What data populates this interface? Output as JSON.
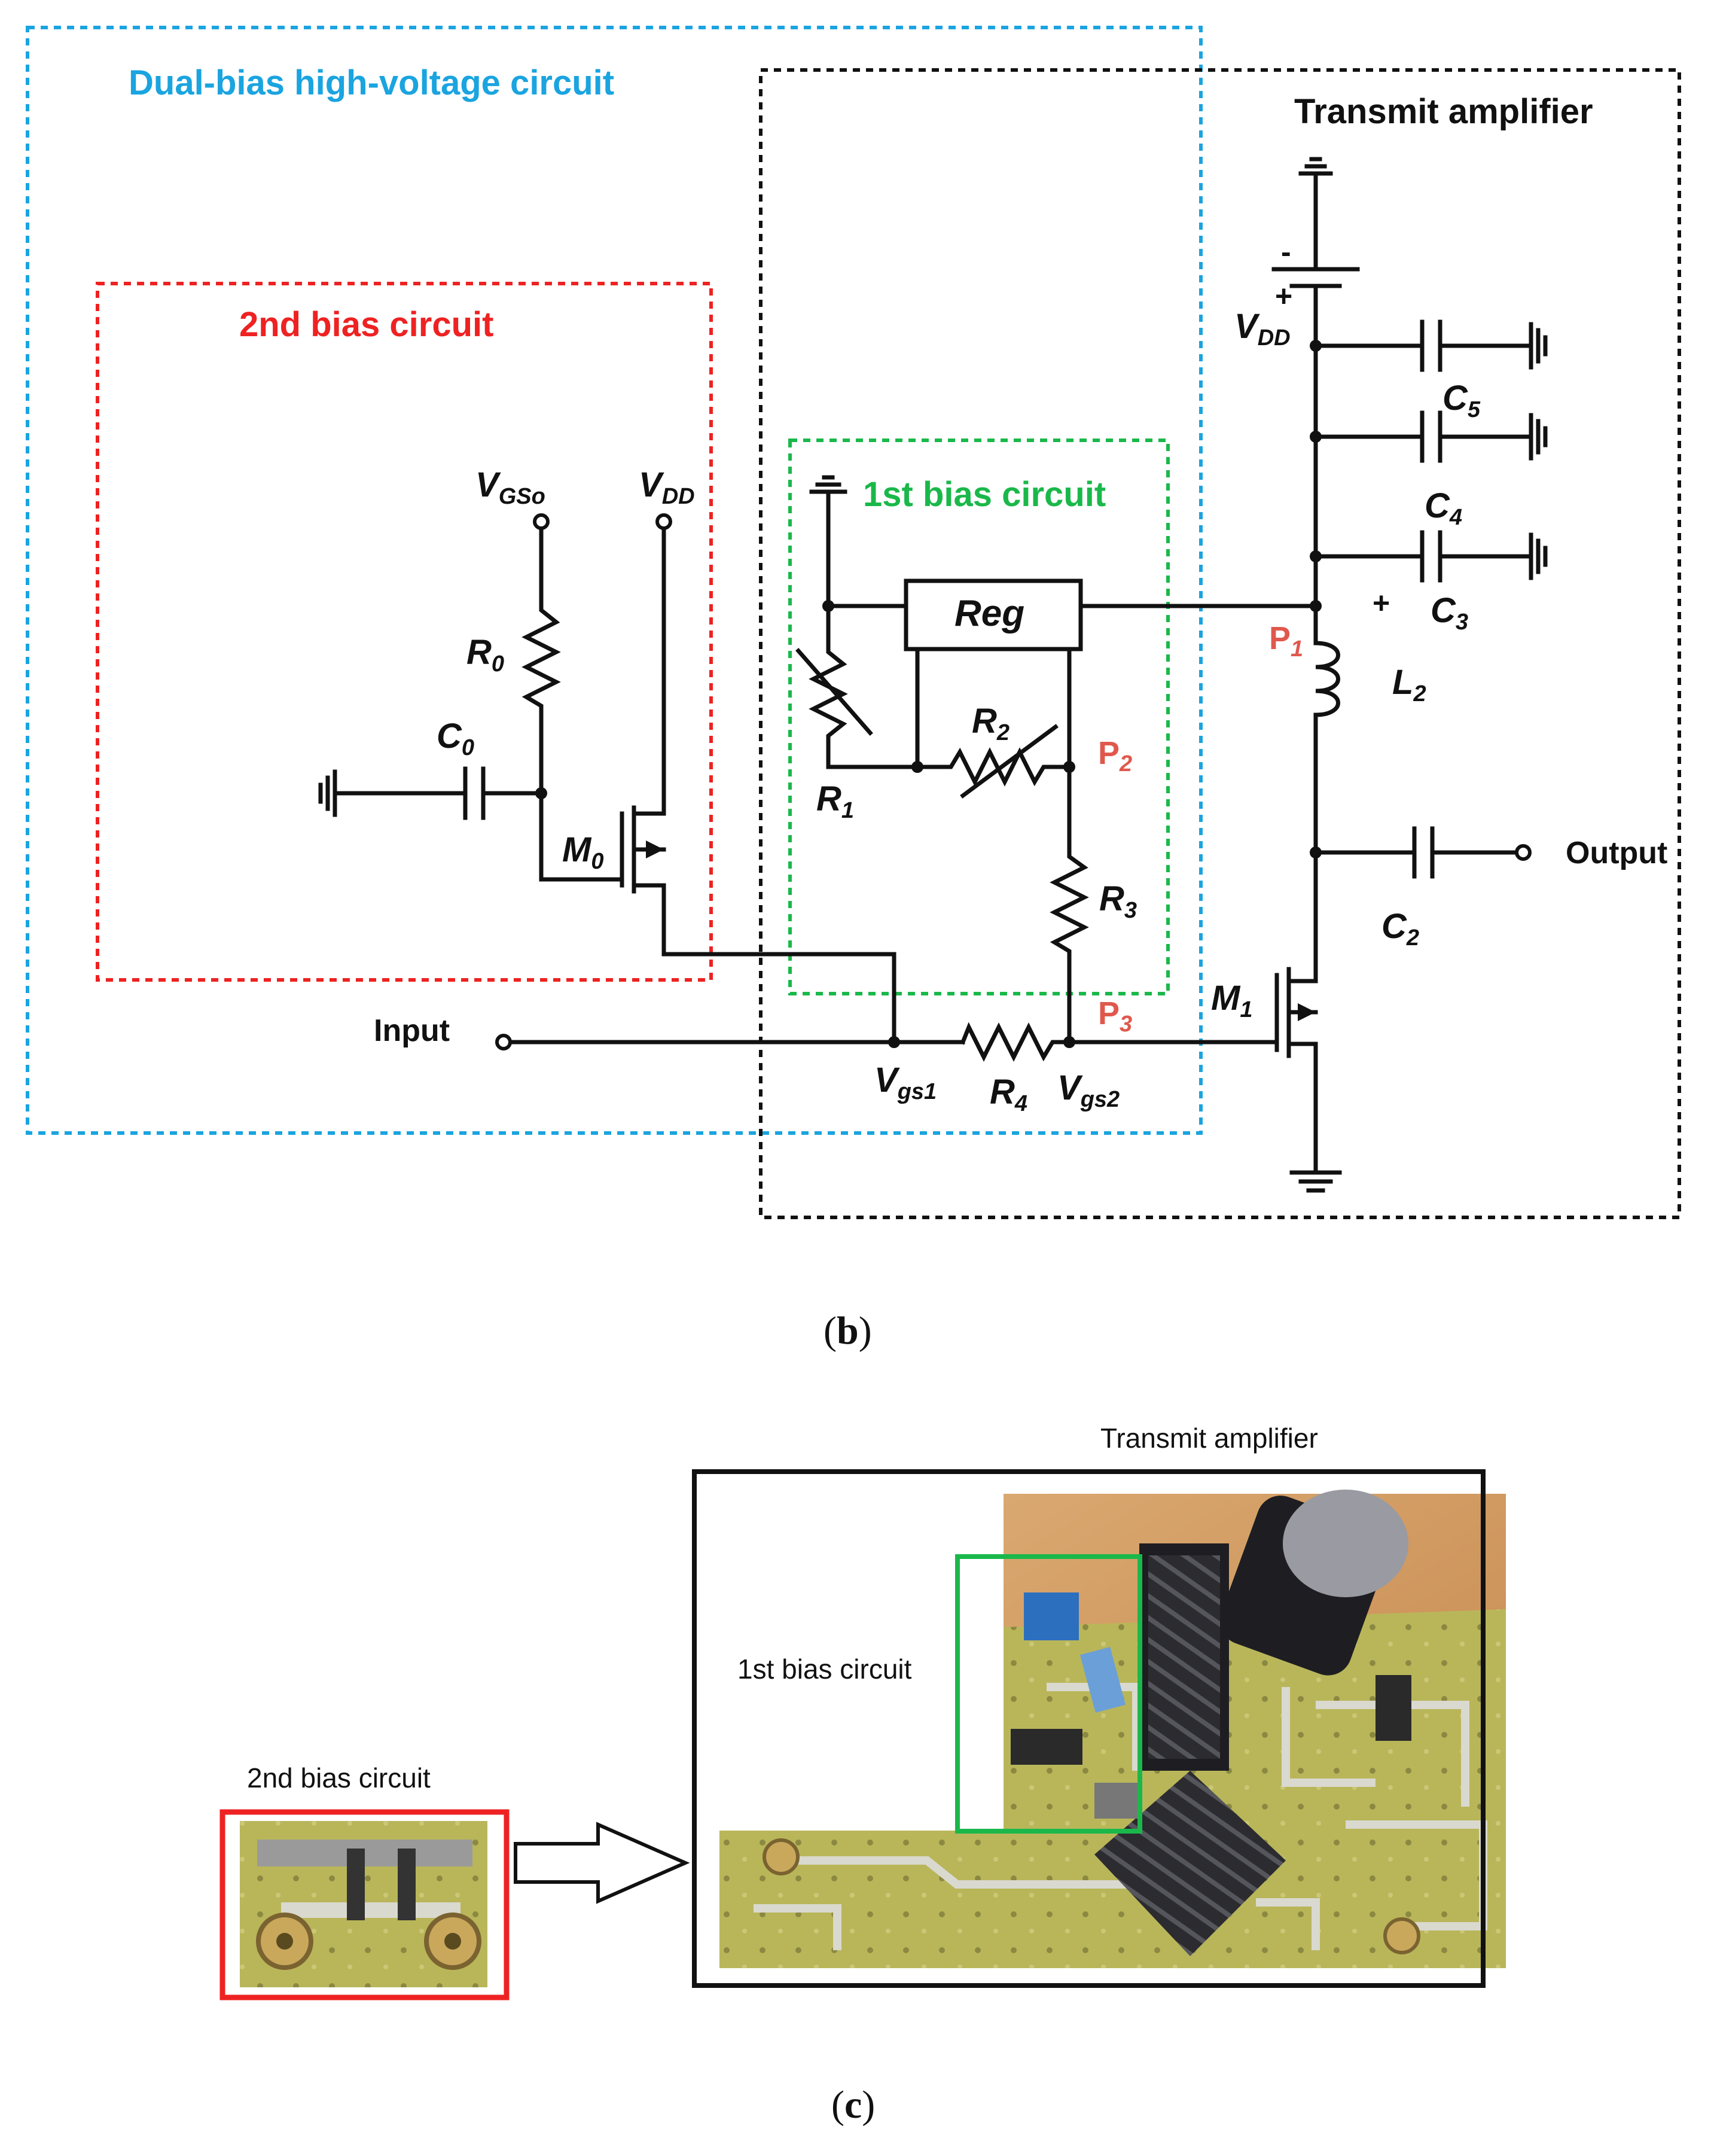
{
  "panel_b": {
    "caption_open": "(",
    "caption_letter": "b",
    "caption_close": ")",
    "regions": {
      "dual_bias": {
        "label": "Dual-bias high-voltage circuit",
        "color": "#1aa4e0"
      },
      "transmit_amp": {
        "label": "Transmit amplifier",
        "color": "#111111"
      },
      "second_bias": {
        "label": "2nd bias circuit",
        "color": "#ee2222"
      },
      "first_bias": {
        "label": "1st bias circuit",
        "color": "#1ab84a"
      }
    },
    "components": {
      "reg": "Reg",
      "R0": {
        "main": "R",
        "sub": "0"
      },
      "R1": {
        "main": "R",
        "sub": "1"
      },
      "R2": {
        "main": "R",
        "sub": "2"
      },
      "R3": {
        "main": "R",
        "sub": "3"
      },
      "R4": {
        "main": "R",
        "sub": "4"
      },
      "C0": {
        "main": "C",
        "sub": "0"
      },
      "C2": {
        "main": "C",
        "sub": "2"
      },
      "C3": {
        "main": "C",
        "sub": "3"
      },
      "C4": {
        "main": "C",
        "sub": "4"
      },
      "C5": {
        "main": "C",
        "sub": "5"
      },
      "L2": {
        "main": "L",
        "sub": "2"
      },
      "M0": {
        "main": "M",
        "sub": "0"
      },
      "M1": {
        "main": "M",
        "sub": "1"
      },
      "VGSo": {
        "main": "V",
        "sub": "GSo"
      },
      "VDD_left": {
        "main": "V",
        "sub": "DD"
      },
      "VDD_right": {
        "main": "V",
        "sub": "DD"
      },
      "Vgs1": {
        "main": "V",
        "sub": "gs1"
      },
      "Vgs2": {
        "main": "V",
        "sub": "gs2"
      }
    },
    "probes": {
      "P1": {
        "main": "P",
        "sub": "1"
      },
      "P2": {
        "main": "P",
        "sub": "2"
      },
      "P3": {
        "main": "P",
        "sub": "3"
      },
      "color": "#e0584d"
    },
    "terminals": {
      "input": "Input",
      "output": "Output"
    },
    "polarity_plus": "+",
    "battery_plus": "+",
    "battery_minus": "-"
  },
  "panel_c": {
    "caption_open": "(",
    "caption_letter": "c",
    "caption_close": ")",
    "transmit_label": "Transmit amplifier",
    "first_bias_label": "1st bias circuit",
    "second_bias_label": "2nd bias circuit",
    "box_colors": {
      "transmit": "#111111",
      "first": "#1ab84a",
      "second": "#ee2222"
    },
    "photo_description_icon": "pcb-photo"
  }
}
